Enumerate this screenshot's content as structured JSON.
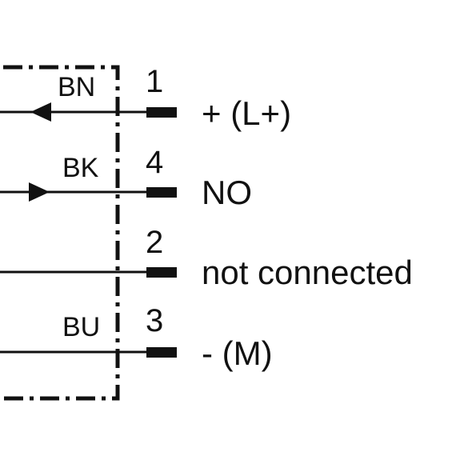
{
  "connections": [
    {
      "wire": "BN",
      "pin": "1",
      "signal": "+ (L+)",
      "arrow": "left"
    },
    {
      "wire": "BK",
      "pin": "4",
      "signal": "NO",
      "arrow": "right"
    },
    {
      "wire": "",
      "pin": "2",
      "signal": "not connected",
      "arrow": "none"
    },
    {
      "wire": "BU",
      "pin": "3",
      "signal": "- (M)",
      "arrow": "none"
    }
  ],
  "colors": {
    "ink": "#111111",
    "background": "#ffffff"
  }
}
